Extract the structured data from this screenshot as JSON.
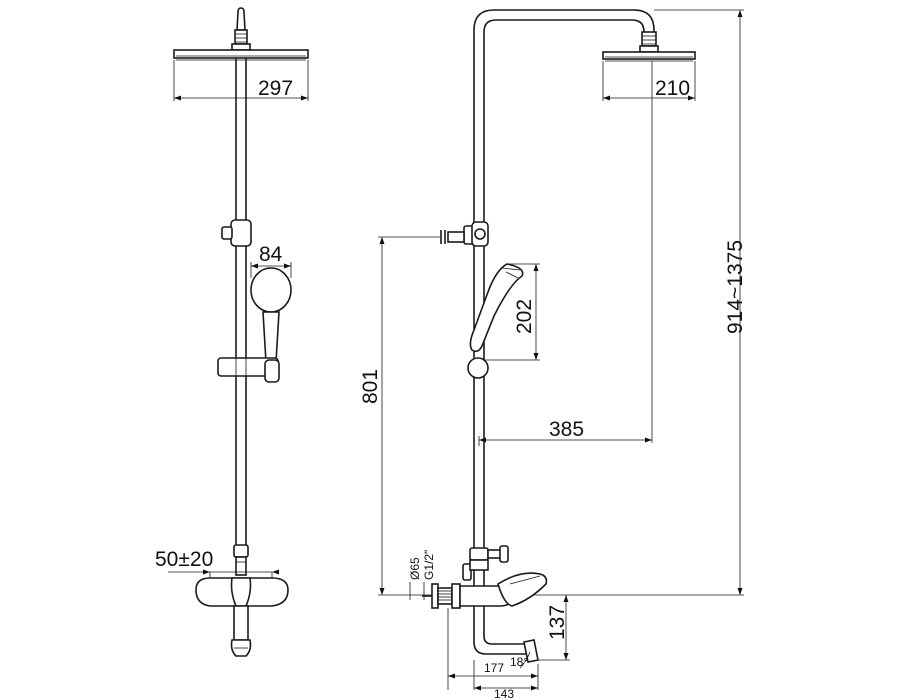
{
  "front_view": {
    "head_diameter": "297",
    "hand_shower_width": "84",
    "inlet_spacing": "50±20"
  },
  "side_view": {
    "head_diameter": "210",
    "hand_shower_length": "202",
    "arm_reach": "385",
    "holder_height": "801",
    "height_range": "914~1375",
    "connection_diameter": "Ø65",
    "thread": "G1/2\"",
    "mixer_height": "137",
    "spout_length_outer": "177",
    "spout_length_inner": "143",
    "spout_angle": "18°"
  }
}
